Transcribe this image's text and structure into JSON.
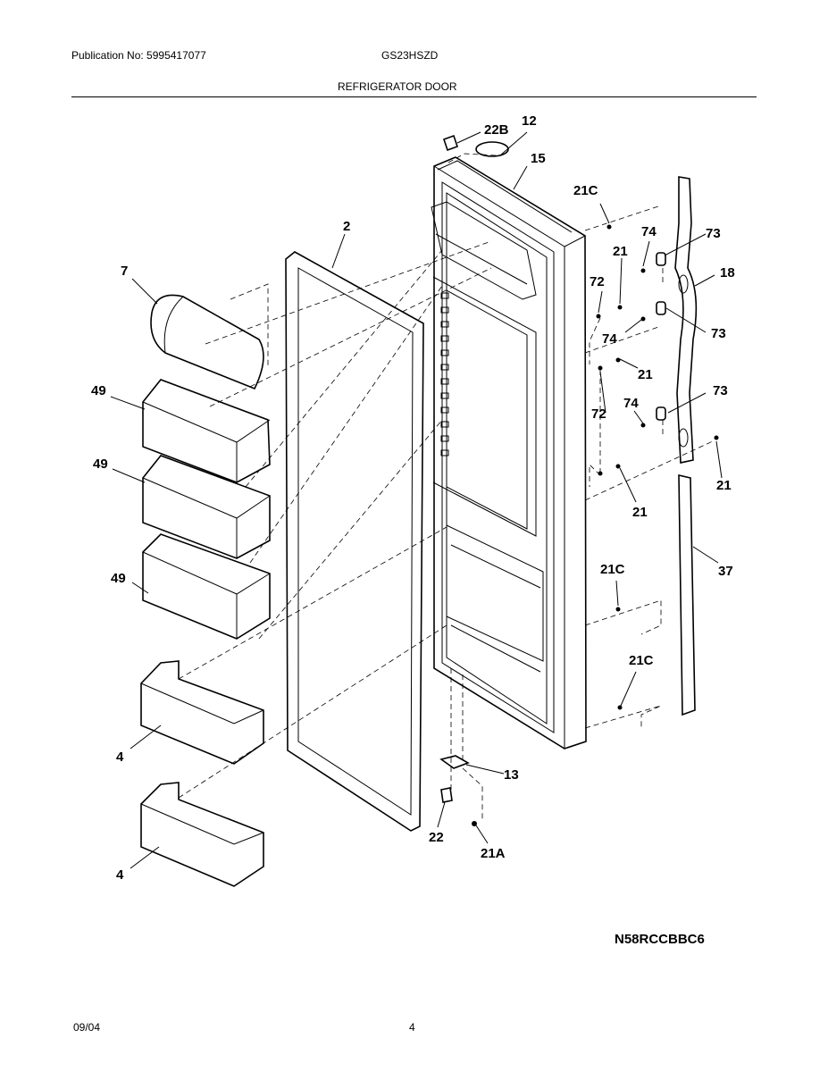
{
  "header": {
    "publication": "Publication No: 5995417077",
    "model": "GS23HSZD",
    "section_title": "REFRIGERATOR DOOR"
  },
  "callouts": {
    "c22b": "22B",
    "c12": "12",
    "c15": "15",
    "c21c_top": "21C",
    "c2": "2",
    "c7": "7",
    "c74_a": "74",
    "c73_a": "73",
    "c21_a": "21",
    "c18": "18",
    "c72_a": "72",
    "c74_b": "74",
    "c73_b": "73",
    "c49_a": "49",
    "c21_b": "21",
    "c73_c": "73",
    "c74_c": "74",
    "c72_b": "72",
    "c49_b": "49",
    "c21_c": "21",
    "c21_d": "21",
    "c37": "37",
    "c21c_mid": "21C",
    "c49_c": "49",
    "c21c_low": "21C",
    "c4_a": "4",
    "c13": "13",
    "c22": "22",
    "c21a": "21A",
    "c4_b": "4"
  },
  "drawing_code": "N58RCCBBC6",
  "footer": {
    "date": "09/04",
    "page": "4"
  }
}
